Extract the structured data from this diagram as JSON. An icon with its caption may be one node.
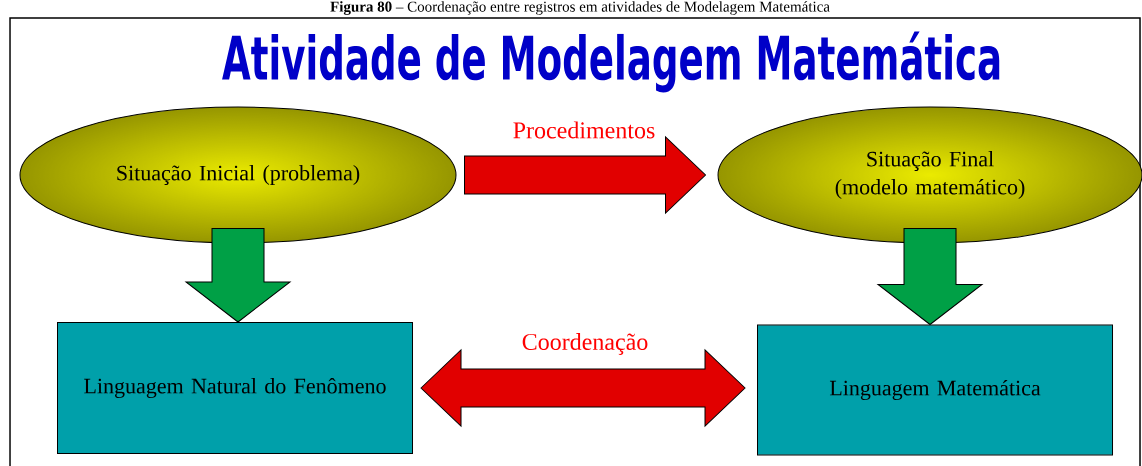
{
  "diagram": {
    "title": "Atividade de Modelagem Matemática",
    "caption": "**Figura 80** – Coordenação entre registros em atividades de Modelagem Matemática",
    "nodes": [
      {
        "text": [
          "Situação Inicial (problema)"
        ]
      },
      {
        "text": [
          "Situação Final (modelo matemático)"
        ]
      },
      {
        "text": [
          "Linguagem Natural do Fenômeno"
        ]
      },
      {
        "text": [
          "Linguagem Matemática"
        ]
      }
    ],
    "edges": [
      {
        "from": 0,
        "to": 1,
        "arrow": "to",
        "label": "Procedimentos"
      },
      {
        "from": 0,
        "to": 2,
        "arrow": "to",
        "color": "#00a046"
      },
      {
        "from": 1,
        "to": 3,
        "arrow": "to",
        "color": "#00a046"
      },
      {
        "from": 2,
        "to": 3,
        "arrow": "both",
        "label": "Coordenação"
      }
    ]
  }
}
